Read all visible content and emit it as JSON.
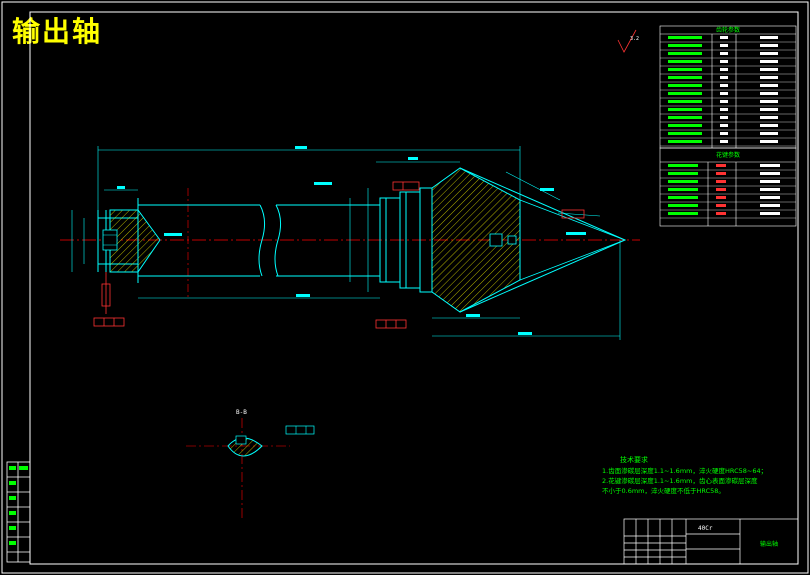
{
  "drawing": {
    "title": "输出轴",
    "section_label": "B-B",
    "material": "40Cr",
    "part_name": "输出轴",
    "tech_req_title": "技术要求",
    "tech_req_lines": [
      "1.齿面渗碳层深度1.1~1.6mm，淬火硬度HRC58~64；",
      "2.花键渗碳层深度1.1~1.6mm，齿心表面渗碳层深度",
      "不小于0.6mm，淬火硬度不低于HRC58。"
    ],
    "surface_finish": "3.2",
    "param_table1_title": "齿轮参数",
    "param_table2_title": "花键参数"
  },
  "colors": {
    "background": "#000000",
    "frame": "#ffffff",
    "outline": "#00ffff",
    "centerline": "#ff0000",
    "hatch": "#ffff00",
    "dimension": "#00ffff",
    "tolerance": "#ff3333",
    "text_green": "#00ff00",
    "title_yellow": "#ffff00"
  }
}
